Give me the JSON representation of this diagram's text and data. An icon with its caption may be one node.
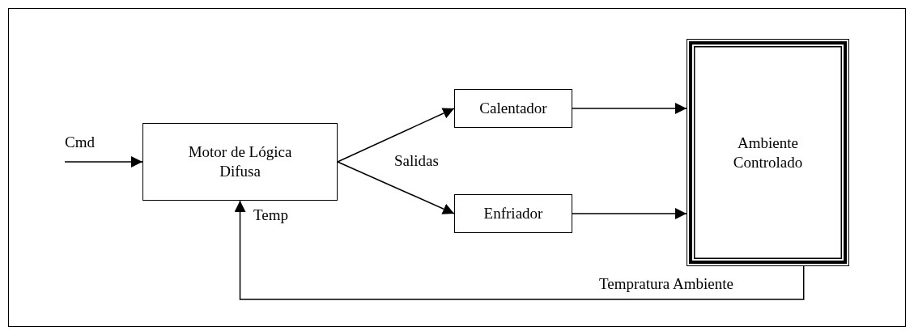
{
  "diagram": {
    "nodes": [
      {
        "text": [
          "Motor de Lógica Difusa"
        ]
      },
      {
        "text": [
          "Calentador"
        ]
      },
      {
        "text": [
          "Enfriador"
        ]
      },
      {
        "text": [
          "Ambiente Controlado"
        ]
      }
    ],
    "edges": [
      {
        "from": null,
        "to": 0,
        "arrow": "to",
        "label": "Cmd"
      },
      {
        "from": 0,
        "to": 1,
        "arrow": "to"
      },
      {
        "from": 0,
        "to": 2,
        "arrow": "to"
      },
      {
        "from": 1,
        "to": 3,
        "arrow": "to"
      },
      {
        "from": 2,
        "to": 3,
        "arrow": "to"
      },
      {
        "from": 3,
        "to": 0,
        "arrow": "to",
        "label": "Tempratura Ambiente"
      }
    ],
    "labels": [
      "Salidas",
      "Temp"
    ]
  }
}
